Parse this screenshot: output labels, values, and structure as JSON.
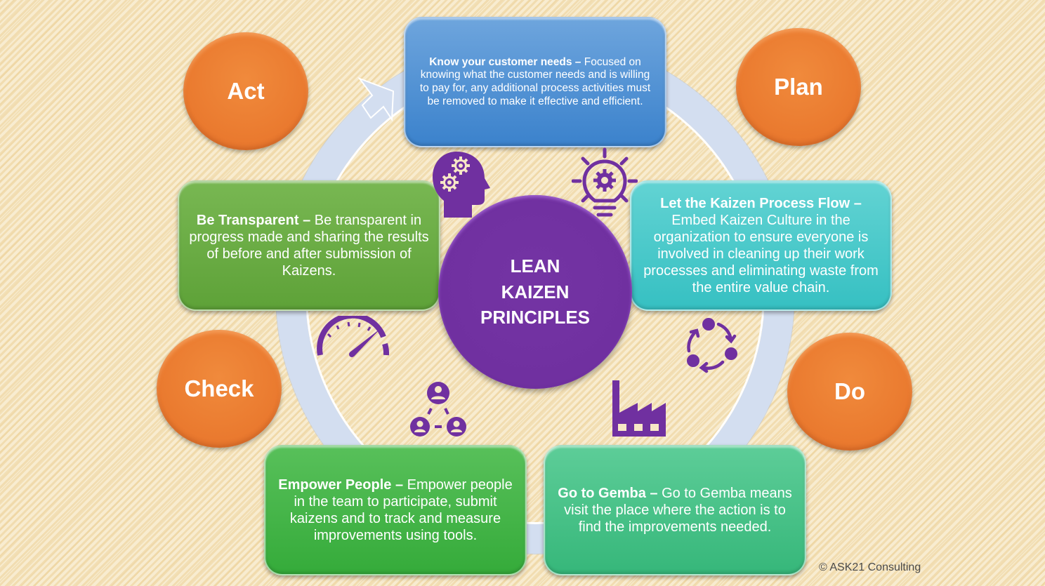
{
  "center": {
    "lines": [
      "LEAN",
      "KAIZEN",
      "PRINCIPLES"
    ],
    "color": "#7030a0"
  },
  "cycle": {
    "plan": "Plan",
    "do": "Do",
    "check": "Check",
    "act": "Act",
    "color": "#ed7d31"
  },
  "principles": [
    {
      "title": "Know your customer needs –",
      "body": " Focused on knowing what the customer needs and is willing to pay for, any additional process activities must be removed to make it effective and efficient.",
      "color": "#4a8fd4"
    },
    {
      "title": "Let the Kaizen Process Flow –",
      "body": " Embed Kaizen Culture in the organization to ensure everyone is involved in cleaning up their work processes and eliminating waste from the entire value chain.",
      "color": "#48c8c9"
    },
    {
      "title": "Go to Gemba –",
      "body": " Go to Gemba means visit the place where the action is to find the improvements needed.",
      "color": "#45c286"
    },
    {
      "title": "Empower People –",
      "body": " Empower people in the team to participate, submit kaizens and to track and measure improvements using tools.",
      "color": "#40b545"
    },
    {
      "title": "Be Transparent –",
      "body": " Be transparent in progress made and sharing the results of before and after submission of Kaizens.",
      "color": "#6aad45"
    }
  ],
  "icons": {
    "head_gears": "head-gears-icon",
    "lightbulb": "lightbulb-gear-icon",
    "cycle": "cycle-arrows-icon",
    "factory": "factory-icon",
    "network": "people-network-icon",
    "gauge": "speedometer-icon",
    "icon_color": "#7030a0"
  },
  "footer": {
    "copyright": "© ASK21 Consulting"
  }
}
